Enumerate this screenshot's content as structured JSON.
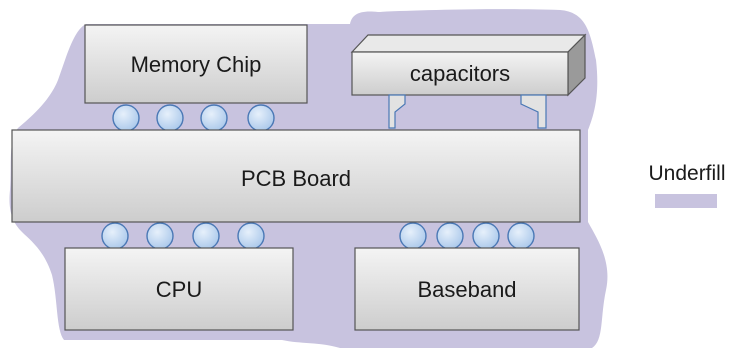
{
  "components": {
    "memory_chip": "Memory Chip",
    "capacitors": "capacitors",
    "pcb_board": "PCB Board",
    "cpu": "CPU",
    "baseband": "Baseband"
  },
  "legend": {
    "label": "Underfill"
  },
  "colors": {
    "underfill": "#c8c3df",
    "box_fill_top": "#f2f2f2",
    "box_fill_bottom": "#cfcfcf",
    "box_stroke": "#555555",
    "solder_ball": "#b9d3ef",
    "solder_stroke": "#4a78b5"
  }
}
